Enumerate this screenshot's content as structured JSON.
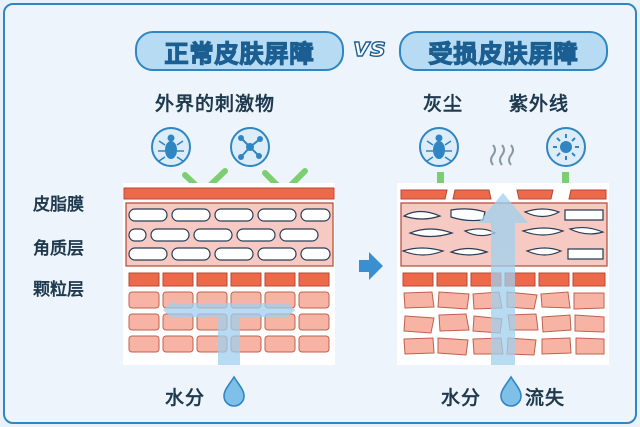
{
  "left_title": "正常皮肤屏障",
  "vs": "vs",
  "right_title": "受损皮肤屏障",
  "left_caption": "外界的刺激物",
  "right_caption_dust": "灰尘",
  "right_caption_uv": "紫外线",
  "layers": [
    "皮脂膜",
    "角质层",
    "颗粒层"
  ],
  "left_bottom": "水分",
  "right_bottom_water": "水分",
  "right_bottom_loss": "流失",
  "colors": {
    "sebum": "#ec6a4a",
    "keratin": "#f6c9c3",
    "granule": "#f29a86",
    "accent_blue": "#2f86c2",
    "green": "#7ccf70"
  }
}
